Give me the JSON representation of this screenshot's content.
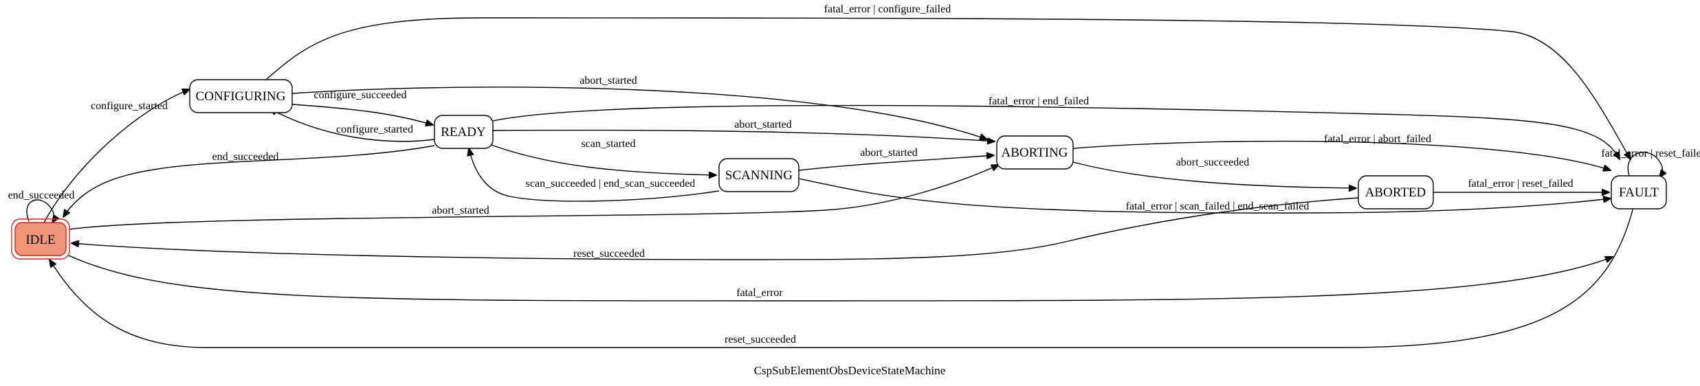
{
  "caption": "CspSubElementObsDeviceStateMachine",
  "colors": {
    "initial_fill": "#f0957a",
    "initial_border": "#e02020",
    "line": "#000000"
  },
  "states": {
    "idle": "IDLE",
    "configuring": "CONFIGURING",
    "ready": "READY",
    "scanning": "SCANNING",
    "aborting": "ABORTING",
    "aborted": "ABORTED",
    "fault": "FAULT"
  },
  "transitions": {
    "idle_configuring": "configure_started",
    "idle_self": "end_succeeded",
    "idle_aborting": "abort_started",
    "idle_fault": "fatal_error",
    "configuring_ready": "configure_succeeded",
    "configuring_aborting": "abort_started",
    "configuring_fault": "fatal_error | configure_failed",
    "ready_configuring": "configure_started",
    "ready_idle": "end_succeeded",
    "ready_scanning": "scan_started",
    "ready_aborting": "abort_started",
    "ready_fault": "fatal_error | end_failed",
    "scanning_ready": "scan_succeeded | end_scan_succeeded",
    "scanning_aborting": "abort_started",
    "scanning_fault": "fatal_error | scan_failed | end_scan_failed",
    "aborting_aborted": "abort_succeeded",
    "aborting_fault": "fatal_error | abort_failed",
    "aborted_idle": "reset_succeeded",
    "aborted_fault": "fatal_error | reset_failed",
    "fault_self": "fatal_error | reset_failed",
    "fault_idle": "reset_succeeded"
  }
}
